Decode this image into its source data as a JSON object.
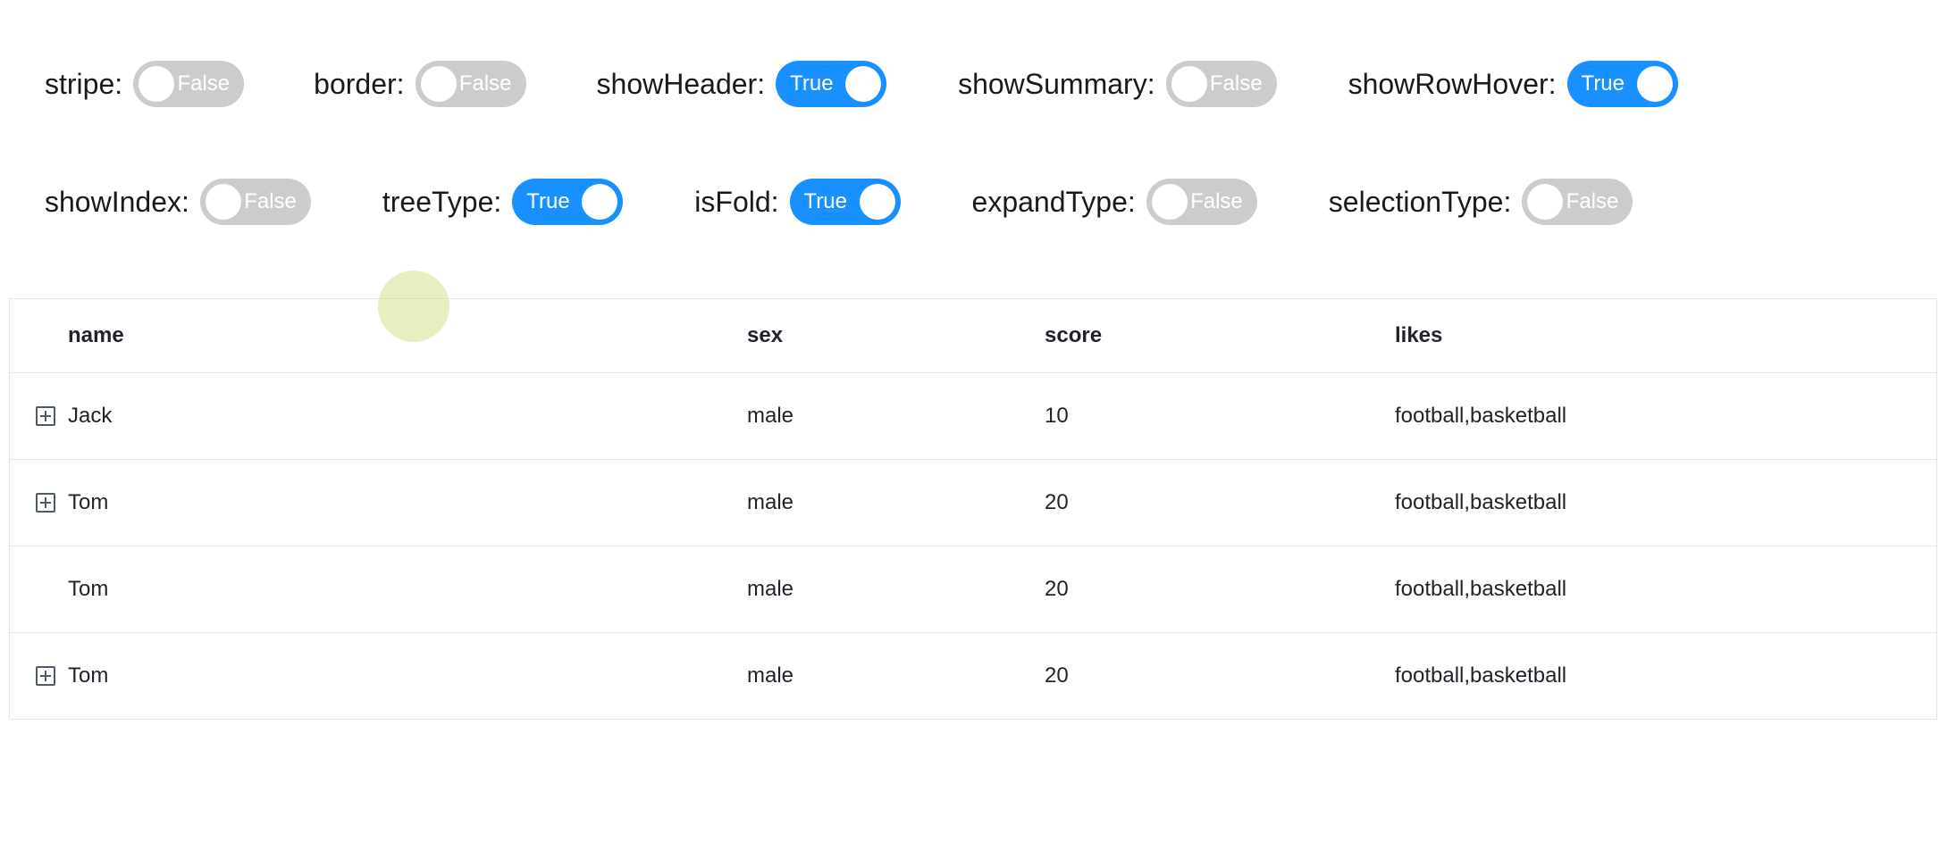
{
  "controls": {
    "row1": [
      {
        "label": "stripe:",
        "state": "False"
      },
      {
        "label": "border:",
        "state": "False"
      },
      {
        "label": "showHeader:",
        "state": "True"
      },
      {
        "label": "showSummary:",
        "state": "False"
      },
      {
        "label": "showRowHover:",
        "state": "True"
      }
    ],
    "row2": [
      {
        "label": "showIndex:",
        "state": "False"
      },
      {
        "label": "treeType:",
        "state": "True"
      },
      {
        "label": "isFold:",
        "state": "True"
      },
      {
        "label": "expandType:",
        "state": "False"
      },
      {
        "label": "selectionType:",
        "state": "False"
      }
    ]
  },
  "table": {
    "columns": [
      "name",
      "sex",
      "score",
      "likes"
    ],
    "rows": [
      {
        "name": "Jack",
        "sex": "male",
        "score": "10",
        "likes": "football,basketball",
        "expandable": true
      },
      {
        "name": "Tom",
        "sex": "male",
        "score": "20",
        "likes": "football,basketball",
        "expandable": true
      },
      {
        "name": "Tom",
        "sex": "male",
        "score": "20",
        "likes": "football,basketball",
        "expandable": false
      },
      {
        "name": "Tom",
        "sex": "male",
        "score": "20",
        "likes": "football,basketball",
        "expandable": true
      }
    ]
  },
  "colors": {
    "switch_on": "#1890ff",
    "switch_off": "#cccccc",
    "border": "#e5e6eb",
    "cursor_highlight": "#dfe9ad"
  }
}
